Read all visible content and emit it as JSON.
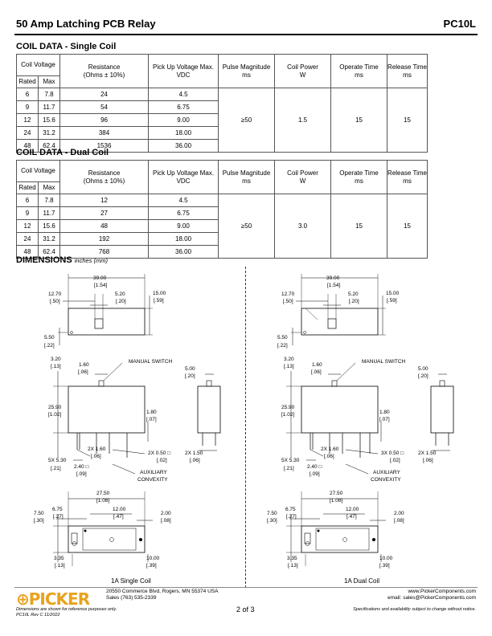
{
  "header": {
    "title": "50 Amp Latching PCB Relay",
    "part": "PC10L"
  },
  "single": {
    "title": "COIL DATA - Single Coil",
    "h": {
      "coil_voltage": "Coil Voltage",
      "resistance": "Resistance",
      "resistance_sub": "(Ohms ± 10%)",
      "pickup": "Pick Up Voltage Max.",
      "pickup_sub": "VDC",
      "pulse": "Pulse Magnitude",
      "pulse_sub": "ms",
      "power": "Coil Power",
      "power_sub": "W",
      "operate": "Operate Time",
      "operate_sub": "ms",
      "release": "Release Time",
      "release_sub": "ms",
      "rated": "Rated",
      "max": "Max"
    },
    "rows": [
      {
        "rated": "6",
        "max": "7.8",
        "res": "24",
        "pu": "4.5"
      },
      {
        "rated": "9",
        "max": "11.7",
        "res": "54",
        "pu": "6.75"
      },
      {
        "rated": "12",
        "max": "15.6",
        "res": "96",
        "pu": "9.00"
      },
      {
        "rated": "24",
        "max": "31.2",
        "res": "384",
        "pu": "18.00"
      },
      {
        "rated": "48",
        "max": "62.4",
        "res": "1536",
        "pu": "36.00"
      }
    ],
    "pulse": "≥50",
    "power": "1.5",
    "operate": "15",
    "release": "15"
  },
  "dual": {
    "title": "COIL DATA - Dual Coil",
    "h": {
      "coil_voltage": "Coil Voltage",
      "resistance": "Resistance",
      "resistance_sub": "(Ohms ± 10%)",
      "pickup": "Pick Up Voltage Max.",
      "pickup_sub": "VDC",
      "pulse": "Pulse Magnitude",
      "pulse_sub": "ms",
      "power": "Coil Power",
      "power_sub": "W",
      "operate": "Operate Time",
      "operate_sub": "ms",
      "release": "Release Time",
      "release_sub": "ms",
      "rated": "Rated",
      "max": "Max"
    },
    "rows": [
      {
        "rated": "6",
        "max": "7.8",
        "res": "12",
        "pu": "4.5"
      },
      {
        "rated": "9",
        "max": "11.7",
        "res": "27",
        "pu": "6.75"
      },
      {
        "rated": "12",
        "max": "15.6",
        "res": "48",
        "pu": "9.00"
      },
      {
        "rated": "24",
        "max": "31.2",
        "res": "192",
        "pu": "18.00"
      },
      {
        "rated": "48",
        "max": "62.4",
        "res": "768",
        "pu": "36.00"
      }
    ],
    "pulse": "≥50",
    "power": "3.0",
    "operate": "15",
    "release": "15"
  },
  "dims": {
    "title": "DIMENSIONS",
    "units": "inches (mm)",
    "d39": "39.00",
    "d39b": "[1.54]",
    "d1270": "12.70",
    "d1270b": "[.50]",
    "d520": "5.20",
    "d520b": "[.20]",
    "d1500": "15.00",
    "d1500b": "[.59]",
    "d550": "5.50",
    "d550b": "[.22]",
    "d320": "3.20",
    "d320b": "[.13]",
    "d160": "1.60",
    "d160b": "[.06]",
    "manual": "MANUAL SWITCH",
    "d500": "5.00",
    "d500b": "[.20]",
    "d2590": "25.90",
    "d2590b": "[1.02]",
    "d180": "1.80",
    "d180b": "[.07]",
    "d2x160": "2X 1.60",
    "d2x160b": "[.06]",
    "d2x050": "2X 0.50 □",
    "d3x050": "3X 0.50 □",
    "d050b": "[.02]",
    "d5x530": "5X 5.30",
    "d5x530b": "[.21]",
    "d240": "2.40 □",
    "d240b": "[.09]",
    "aux1": "AUXILIARY",
    "aux2": "CONVEXITY",
    "d2x150": "2X 1.50",
    "d2x150b": "[.06]",
    "d2750": "27.50",
    "d2750b": "[1.08]",
    "d750": "7.50",
    "d750b": "[.30]",
    "d675": "6.75",
    "d675b": "[.27]",
    "d1200": "12.00",
    "d1200b": "[.47]",
    "d200": "2.00",
    "d200b": "[.08]",
    "d335": "3.35",
    "d335b": "[.13]",
    "d1000": "10.00",
    "d1000b": "[.39]",
    "cap_left": "1A Single Coil",
    "cap_right": "1A Dual Coil"
  },
  "footer": {
    "logo": "PICKER",
    "addr1": "20550 Commerce Blvd, Rogers, MN 55374 USA",
    "addr2": "Sales (763) 535-2339",
    "page": "2 of 3",
    "web": "www.PickerComponents.com",
    "email": "email: sales@PickerComponents.com",
    "note1": "Dimensions are shown for reference purposes only.",
    "note2": "PC10L Rev C 11/2022",
    "note3": "Specifications and availability subject to change without notice."
  },
  "colors": {
    "brand": "#e8a31d"
  }
}
